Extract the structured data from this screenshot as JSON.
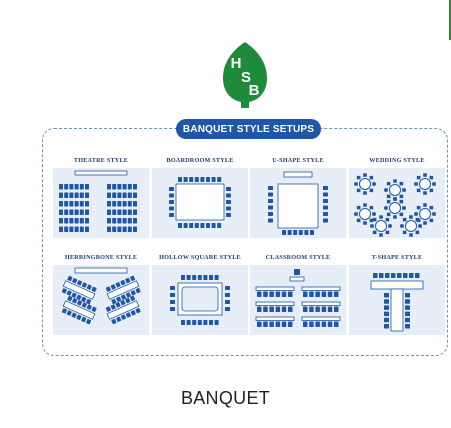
{
  "logo": {
    "text": "HSB",
    "icon": "hsb-logo-icon",
    "color": "#1e8a3a"
  },
  "banner": {
    "title": "BANQUET STYLE SETUPS"
  },
  "styles": [
    {
      "label": "THEATRE STYLE"
    },
    {
      "label": "BOARDROOM STYLE"
    },
    {
      "label": "U-SHAPE STYLE"
    },
    {
      "label": "WEDDING STYLE"
    },
    {
      "label": "HERRINGBONE STYLE"
    },
    {
      "label": "HOLLOW SQUARE STYLE"
    },
    {
      "label": "CLASSROOM STYLE"
    },
    {
      "label": "T-SHAPE STYLE"
    }
  ],
  "caption": "BANQUET",
  "colors": {
    "accent": "#1f56a8",
    "panel": "#e7eef8",
    "chair": "#1f56a8",
    "logo": "#1e8a3a"
  }
}
